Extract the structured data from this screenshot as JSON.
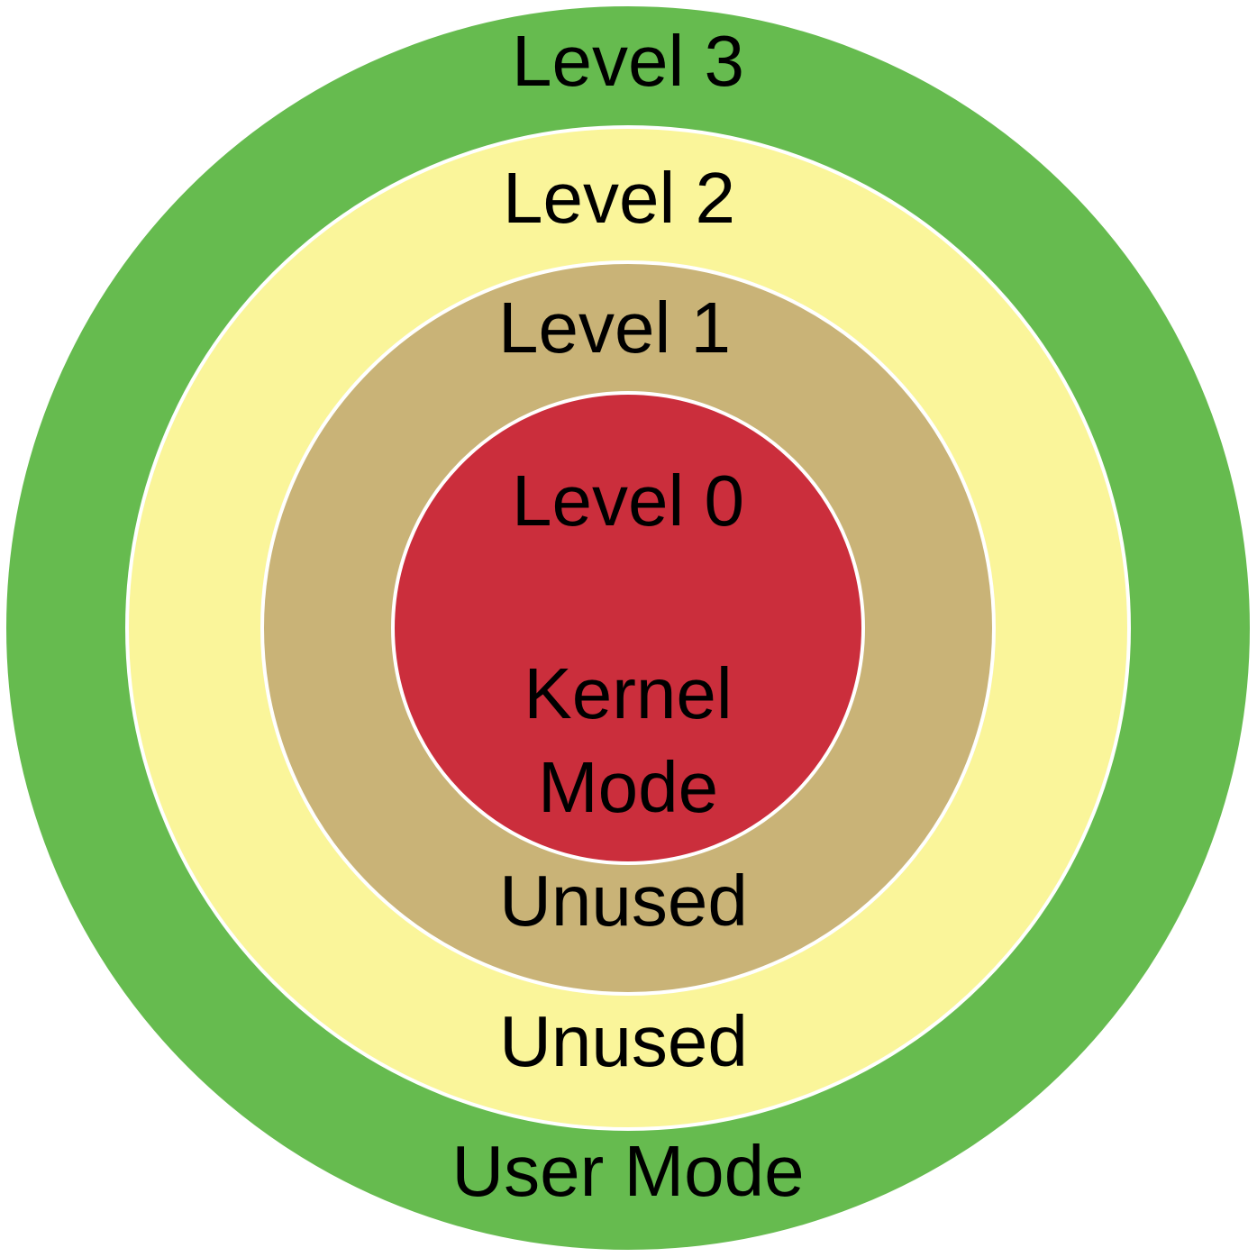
{
  "diagram": {
    "rings": [
      {
        "id": "level-3",
        "level_label": "Level 3",
        "mode_label": "User Mode",
        "color": "#66BB4F"
      },
      {
        "id": "level-2",
        "level_label": "Level 2",
        "mode_label": "Unused",
        "color": "#FAF59A"
      },
      {
        "id": "level-1",
        "level_label": "Level 1",
        "mode_label": "Unused",
        "color": "#C9B377"
      },
      {
        "id": "level-0",
        "level_label": "Level 0",
        "mode_label_line1": "Kernel",
        "mode_label_line2": "Mode",
        "color": "#CB2E3C"
      }
    ],
    "separator_color": "#FFFFFF"
  }
}
